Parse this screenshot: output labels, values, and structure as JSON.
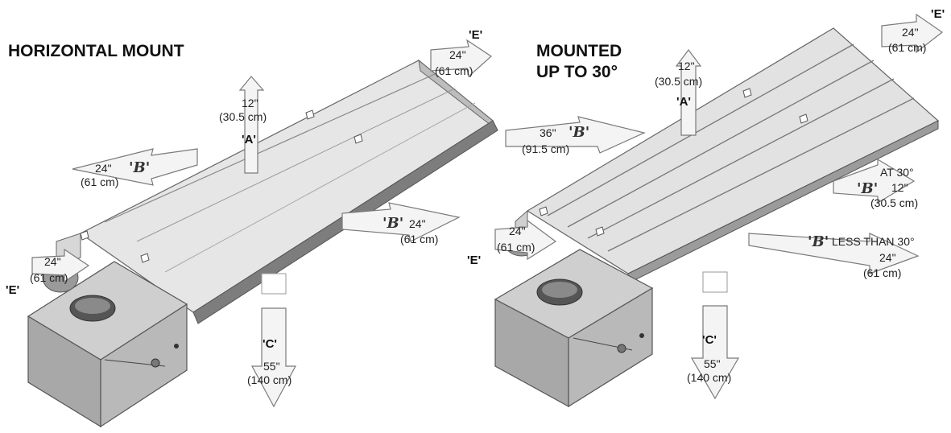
{
  "titles": {
    "left": "HORIZONTAL MOUNT",
    "right_line1": "MOUNTED",
    "right_line2": "UP TO 30°"
  },
  "left": {
    "a_value": "12\"",
    "a_metric": "(30.5 cm)",
    "a_tag": "'A'",
    "b_left_value": "24\"",
    "b_left_metric": "(61 cm)",
    "b_right_value": "24\"",
    "b_right_metric": "(61 cm)",
    "b_code": "'B'",
    "c_tag": "'C'",
    "c_value": "55\"",
    "c_metric": "(140 cm)",
    "e_top_tag": "'E'",
    "e_top_value": "24\"",
    "e_top_metric": "(61 cm)",
    "e_left_tag": "'E'",
    "e_left_value": "24\"",
    "e_left_metric": "(61 cm)"
  },
  "right": {
    "a_value": "12\"",
    "a_metric": "(30.5 cm)",
    "a_tag": "'A'",
    "b_left_value": "36\"",
    "b_left_metric": "(91.5 cm)",
    "b_at30_label": "AT 30°",
    "b_at30_value": "12\"",
    "b_at30_metric": "(30.5 cm)",
    "b_less_label": "LESS THAN 30°",
    "b_less_value": "24\"",
    "b_less_metric": "(61 cm)",
    "b_code": "'B'",
    "c_tag": "'C'",
    "c_value": "55\"",
    "c_metric": "(140 cm)",
    "e_top_tag": "'E'",
    "e_top_value": "24\"",
    "e_top_metric": "(61 cm)",
    "e_left_tag": "'E'",
    "e_left_value": "24\"",
    "e_left_metric": "(61 cm)"
  },
  "colors": {
    "housing_light": "#e4e4e4",
    "housing_mid": "#c8c8c8",
    "housing_dark": "#8a8a8a",
    "box_front": "#a9a9a9",
    "box_top": "#cfcfcf",
    "arrow_fill": "#f4f4f4"
  }
}
